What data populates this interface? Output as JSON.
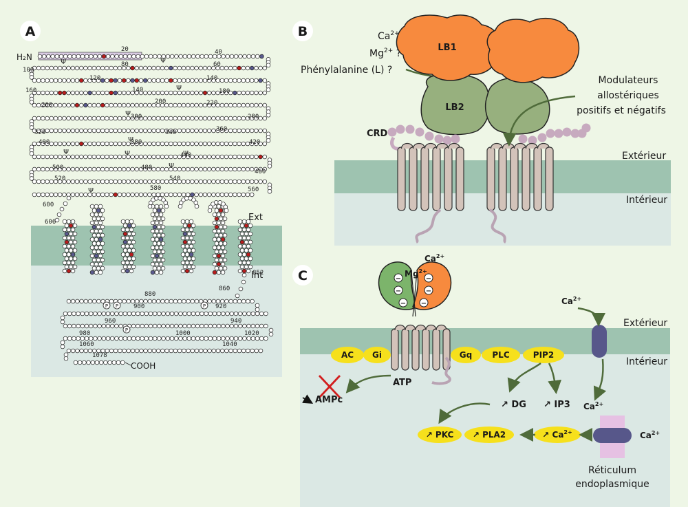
{
  "panel_a": {
    "letter": "A",
    "n_term": "H₂N",
    "c_term": "COOH",
    "ext_label": "Ext",
    "int_label": "Int",
    "residue_numbers": [
      "20",
      "40",
      "60",
      "80",
      "100",
      "120",
      "140",
      "140",
      "160",
      "180",
      "200",
      "220",
      "260",
      "280",
      "300",
      "320",
      "340",
      "360",
      "380",
      "400",
      "420",
      "440",
      "460",
      "480",
      "500",
      "520",
      "540",
      "560",
      "580",
      "600",
      "606",
      "852",
      "860",
      "880",
      "900",
      "920",
      "940",
      "960",
      "980",
      "1000",
      "1020",
      "1040",
      "1060",
      "1078"
    ],
    "phospho_mark": "P",
    "glyco_mark": "Ψ"
  },
  "panel_b": {
    "letter": "B",
    "ligand_ca": "Ca",
    "ligand_ca_sup": "2+",
    "ligand_mg": "Mg",
    "ligand_mg_sup": "2+",
    "ligand_mg_q": " ?",
    "ligand_phe": "Phénylalanine (L) ?",
    "lb1": "LB1",
    "lb2": "LB2",
    "crd": "CRD",
    "modulators": [
      "Modulateurs",
      "allostériques",
      "positifs et négatifs"
    ],
    "exterior": "Extérieur",
    "interior": "Intérieur"
  },
  "panel_c": {
    "letter": "C",
    "ca_top": "Ca",
    "ca_top_sup": "2+",
    "mg_top": "Mg",
    "mg_top_sup": "2+",
    "exterior": "Extérieur",
    "interior": "Intérieur",
    "channel_ca": "Ca",
    "channel_ca_sup": "2+",
    "channel_ca_in": "Ca",
    "channel_ca_in_sup": "2+",
    "er_ca": "Ca",
    "er_ca_sup": "2+",
    "er_label": [
      "Réticulum",
      "endoplasmique"
    ],
    "effectors": {
      "ac": "AC",
      "gi": "Gi",
      "gq": "Gq",
      "plc": "PLC",
      "pip2": "PIP2",
      "pkc": "PKC",
      "pla2": "PLA2",
      "ca_up": "Ca",
      "ca_up_sup": "2+"
    },
    "atp": "ATP",
    "campc": "AMPc",
    "dg": "DG",
    "ip3": "IP3",
    "minus": "−"
  }
}
